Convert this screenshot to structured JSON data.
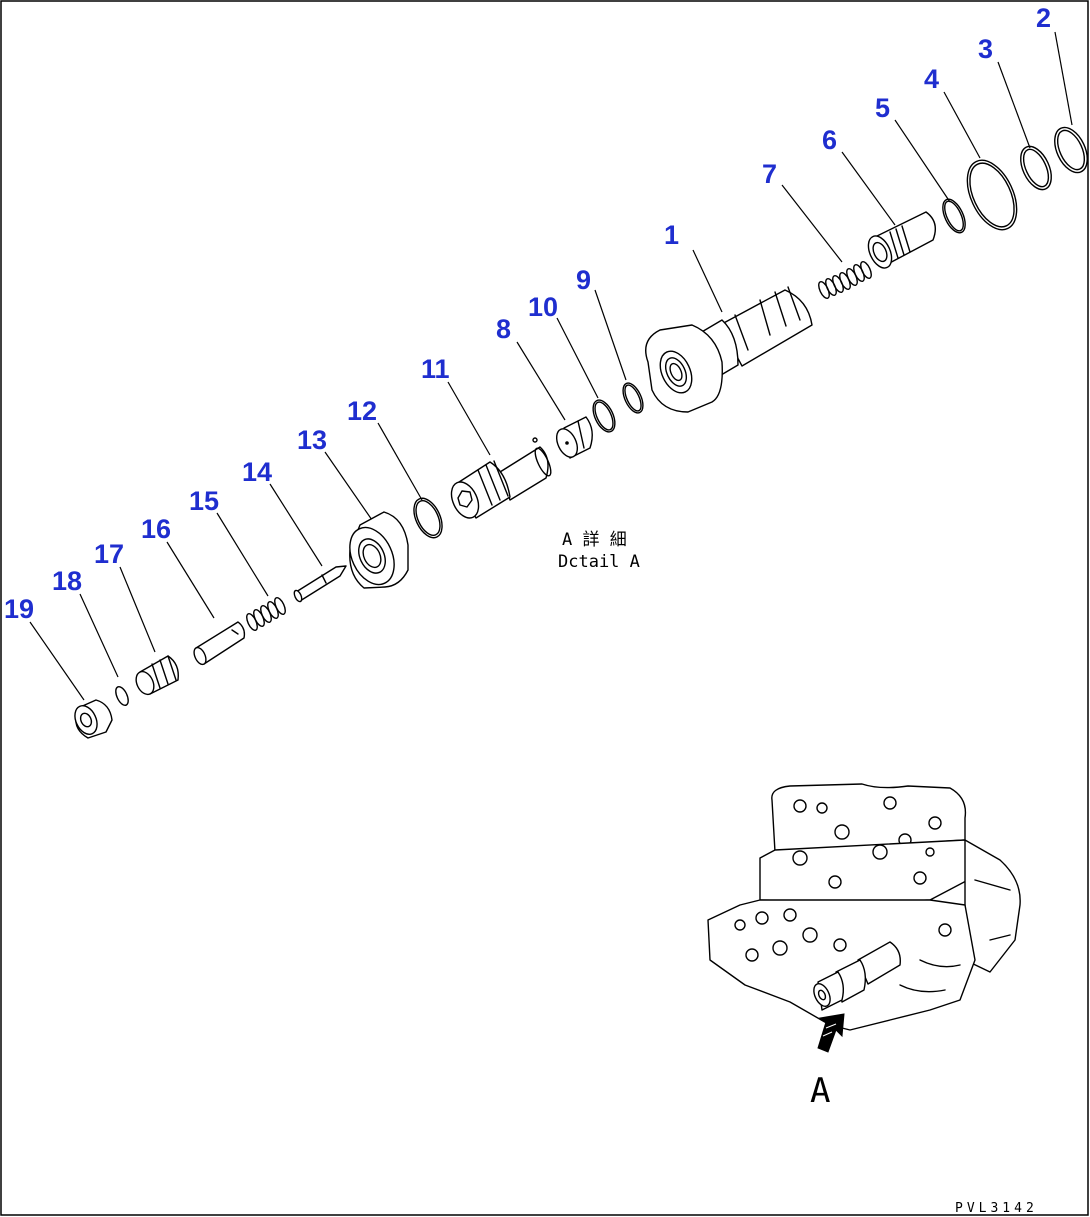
{
  "callouts": [
    {
      "label": "1"
    },
    {
      "label": "2"
    },
    {
      "label": "3"
    },
    {
      "label": "4"
    },
    {
      "label": "5"
    },
    {
      "label": "6"
    },
    {
      "label": "7"
    },
    {
      "label": "8"
    },
    {
      "label": "9"
    },
    {
      "label": "10"
    },
    {
      "label": "11"
    },
    {
      "label": "12"
    },
    {
      "label": "13"
    },
    {
      "label": "14"
    },
    {
      "label": "15"
    },
    {
      "label": "16"
    },
    {
      "label": "17"
    },
    {
      "label": "18"
    },
    {
      "label": "19"
    }
  ],
  "caption": {
    "line1": "A 詳 細",
    "line2": "Dctail A"
  },
  "view_label": "A",
  "drawing_code": "PVL3142",
  "colors": {
    "callout": "#1f2ecf",
    "line": "#000000",
    "background": "#ffffff"
  }
}
